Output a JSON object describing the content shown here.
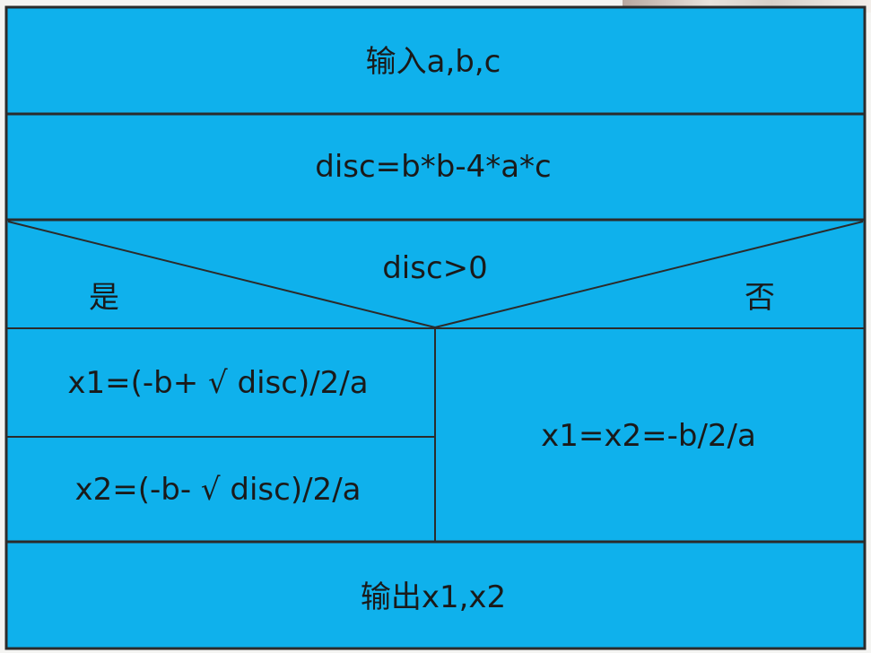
{
  "colors": {
    "fill": "#0fb1ec",
    "border": "#2b2b2b"
  },
  "diagram": {
    "input": "输入a,b,c",
    "discriminant": "disc=b*b-4*a*c",
    "condition": "disc>0",
    "yes_label": "是",
    "no_label": "否",
    "yes_branch": [
      "x1=(-b+ √ disc)/2/a",
      "x2=(-b- √ disc)/2/a"
    ],
    "no_branch": "x1=x2=-b/2/a",
    "output": "输出x1,x2"
  }
}
